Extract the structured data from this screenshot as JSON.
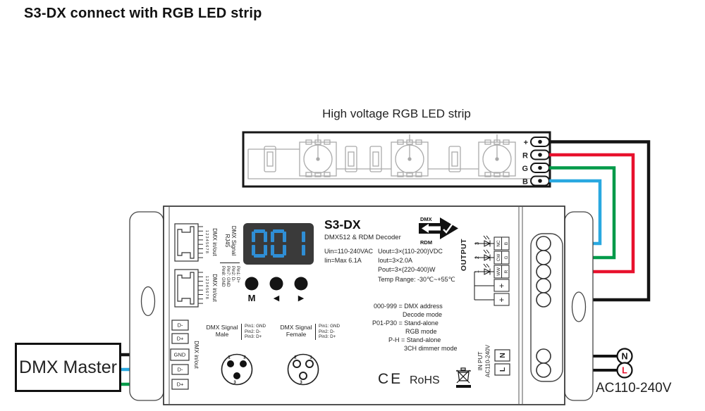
{
  "title": "S3-DX connect with RGB LED strip",
  "colors": {
    "wire_black": "#141414",
    "wire_red": "#e8112d",
    "wire_green": "#009a49",
    "wire_blue": "#29a8e0",
    "display_bg": "#3a3a3a",
    "display_digits": "#2f8ed5"
  },
  "strip": {
    "heading": "High voltage RGB LED strip",
    "terminals": [
      "+",
      "R",
      "G",
      "B"
    ]
  },
  "dmx_master": {
    "label": "DMX Master"
  },
  "power": {
    "neutral": "N",
    "live": "L",
    "voltage": "AC110-240V"
  },
  "device": {
    "model": "S3-DX",
    "type": "DMX512 & RDM Decoder",
    "logo": {
      "top": "DMX",
      "bottom": "RDM"
    },
    "display_value": "001",
    "buttons": [
      "M",
      "◀",
      "▶"
    ],
    "specs_left": [
      "Uin=110-240VAC",
      "Iin=Max 6.1A"
    ],
    "specs_right": [
      "Uout=3×(110-200)VDC",
      "Iout=3×2.0A",
      "Pout=3×(220-400)W",
      "Temp Range: -30℃~+55℃"
    ],
    "modes": [
      "000-999 = DMX address",
      "Decode mode",
      "P01-P30 = Stand-alone",
      "RGB mode",
      "P-H = Stand-alone",
      "3CH dimmer mode"
    ],
    "rj45": {
      "signal_label_1": "DMX Signal",
      "signal_label_2": "RJ45",
      "pin_numbers": "12345678",
      "port_label": "DMX in/out",
      "pin_map": [
        "Pin1: D+",
        "Pin2: D-",
        "Pin7: GND",
        "Pin8: GND"
      ]
    },
    "dmx_terminals": {
      "labels": [
        "D-",
        "D+",
        "GND",
        "D-",
        "D+"
      ],
      "group_label": "DMX in/out"
    },
    "xlr_male": {
      "title_1": "DMX Signal",
      "title_2": "Male",
      "pins": [
        "Pin1: GND",
        "Pin2: D-",
        "Pin3: D+"
      ],
      "pin_numbers": [
        "1",
        "2",
        "3"
      ]
    },
    "xlr_female": {
      "title_1": "DMX Signal",
      "title_2": "Female",
      "pins": [
        "Pin1: GND",
        "Pin2: D-",
        "Pin3: D+"
      ],
      "pin_numbers": [
        "2",
        "1",
        "3"
      ]
    },
    "output": {
      "label": "OUTPUT",
      "rows": [
        {
          "num": "3",
          "alt": "NC",
          "ch": "B"
        },
        {
          "num": "2",
          "alt": "CW",
          "ch": "G"
        },
        {
          "num": "1",
          "alt": "WW",
          "ch": "R"
        }
      ],
      "plus": [
        "+",
        "+"
      ]
    },
    "input": {
      "label_1": "IN PUT",
      "label_2": "AC110-240V",
      "terminals": [
        "N",
        "L"
      ]
    },
    "marks": {
      "ce": "CE",
      "rohs": "RoHS"
    }
  }
}
